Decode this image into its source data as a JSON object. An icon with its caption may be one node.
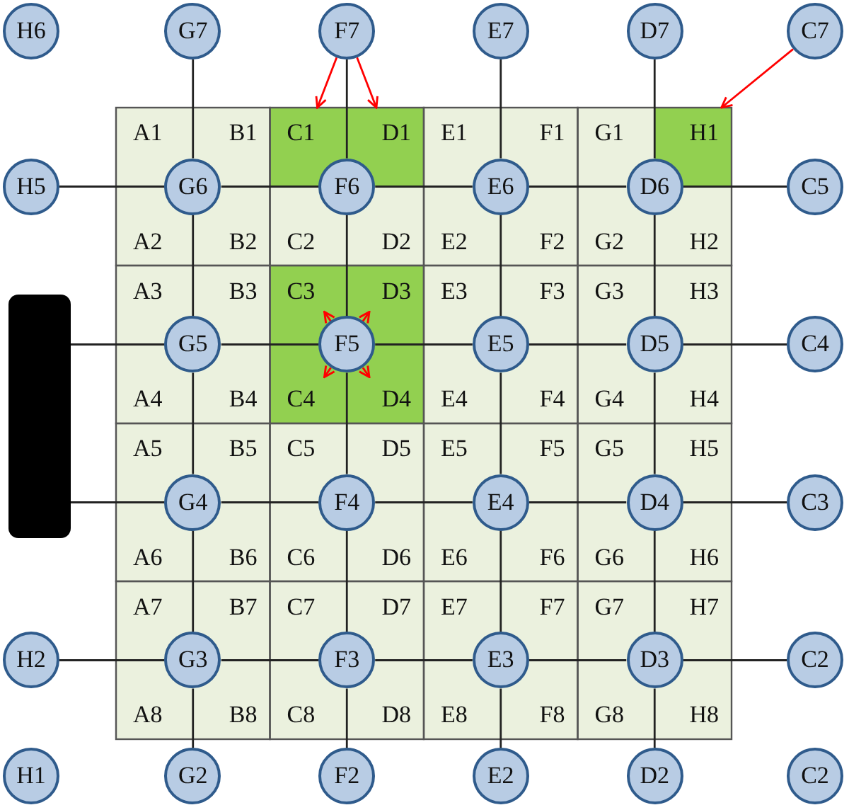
{
  "diagram": {
    "nodes": [
      {
        "text": [
          "H6"
        ]
      },
      {
        "text": [
          "G7"
        ]
      },
      {
        "text": [
          "F7"
        ]
      },
      {
        "text": [
          "E7"
        ]
      },
      {
        "text": [
          "D7"
        ]
      },
      {
        "text": [
          "C7"
        ]
      },
      {
        "text": [
          "H5"
        ]
      },
      {
        "text": [
          "G6"
        ]
      },
      {
        "text": [
          "F6"
        ]
      },
      {
        "text": [
          "E6"
        ]
      },
      {
        "text": [
          "D6"
        ]
      },
      {
        "text": [
          "C5"
        ]
      },
      {
        "text": [
          "A1"
        ]
      },
      {
        "text": [
          "B1"
        ]
      },
      {
        "text": [
          "C1"
        ]
      },
      {
        "text": [
          "D1"
        ]
      },
      {
        "text": [
          "E1"
        ]
      },
      {
        "text": [
          "F1"
        ]
      },
      {
        "text": [
          "G1"
        ]
      },
      {
        "text": [
          "H1"
        ]
      },
      {
        "text": [
          "A2"
        ]
      },
      {
        "text": [
          "B2"
        ]
      },
      {
        "text": [
          "C2"
        ]
      },
      {
        "text": [
          "D2"
        ]
      },
      {
        "text": [
          "E2"
        ]
      },
      {
        "text": [
          "F2"
        ]
      },
      {
        "text": [
          "G2"
        ]
      },
      {
        "text": [
          "H2"
        ]
      },
      {
        "text": [],
        "shape": "bar"
      },
      {
        "text": [
          "G5"
        ]
      },
      {
        "text": [
          "F5"
        ]
      },
      {
        "text": [
          "E5"
        ]
      },
      {
        "text": [
          "D5"
        ]
      },
      {
        "text": [
          "C4"
        ]
      },
      {
        "text": [
          "A3"
        ]
      },
      {
        "text": [
          "B3"
        ]
      },
      {
        "text": [
          "C3"
        ]
      },
      {
        "text": [
          "D3"
        ]
      },
      {
        "text": [
          "E3"
        ]
      },
      {
        "text": [
          "F3"
        ]
      },
      {
        "text": [
          "G3"
        ]
      },
      {
        "text": [
          "H3"
        ]
      },
      {
        "text": [
          "A4"
        ]
      },
      {
        "text": [
          "B4"
        ]
      },
      {
        "text": [
          "C4"
        ]
      },
      {
        "text": [
          "D4"
        ]
      },
      {
        "text": [
          "E4"
        ]
      },
      {
        "text": [
          "F4"
        ]
      },
      {
        "text": [
          "G4"
        ]
      },
      {
        "text": [
          "H4"
        ]
      },
      {
        "text": [
          "G4"
        ]
      },
      {
        "text": [
          "F4"
        ]
      },
      {
        "text": [
          "E4"
        ]
      },
      {
        "text": [
          "D4"
        ]
      },
      {
        "text": [
          "C3"
        ]
      },
      {
        "text": [
          "A5"
        ]
      },
      {
        "text": [
          "B5"
        ]
      },
      {
        "text": [
          "C5"
        ]
      },
      {
        "text": [
          "D5"
        ]
      },
      {
        "text": [
          "E5"
        ]
      },
      {
        "text": [
          "F5"
        ]
      },
      {
        "text": [
          "G5"
        ]
      },
      {
        "text": [
          "H5"
        ]
      },
      {
        "text": [
          "A6"
        ]
      },
      {
        "text": [
          "B6"
        ]
      },
      {
        "text": [
          "C6"
        ]
      },
      {
        "text": [
          "D6"
        ]
      },
      {
        "text": [
          "E6"
        ]
      },
      {
        "text": [
          "F6"
        ]
      },
      {
        "text": [
          "G6"
        ]
      },
      {
        "text": [
          "H6"
        ]
      },
      {
        "text": [
          "H2"
        ]
      },
      {
        "text": [
          "G3"
        ]
      },
      {
        "text": [
          "F3"
        ]
      },
      {
        "text": [
          "E3"
        ]
      },
      {
        "text": [
          "D3"
        ]
      },
      {
        "text": [
          "C2"
        ]
      },
      {
        "text": [
          "A7"
        ]
      },
      {
        "text": [
          "B7"
        ]
      },
      {
        "text": [
          "C7"
        ]
      },
      {
        "text": [
          "D7"
        ]
      },
      {
        "text": [
          "E7"
        ]
      },
      {
        "text": [
          "F7"
        ]
      },
      {
        "text": [
          "G7"
        ]
      },
      {
        "text": [
          "H7"
        ]
      },
      {
        "text": [
          "A8"
        ]
      },
      {
        "text": [
          "B8"
        ]
      },
      {
        "text": [
          "C8"
        ]
      },
      {
        "text": [
          "D8"
        ]
      },
      {
        "text": [
          "E8"
        ]
      },
      {
        "text": [
          "F8"
        ]
      },
      {
        "text": [
          "G8"
        ]
      },
      {
        "text": [
          "H8"
        ]
      },
      {
        "text": [
          "H1"
        ]
      },
      {
        "text": [
          "G2"
        ]
      },
      {
        "text": [
          "F2"
        ]
      },
      {
        "text": [
          "E2"
        ]
      },
      {
        "text": [
          "D2"
        ]
      },
      {
        "text": [
          "C2"
        ]
      }
    ],
    "edges": [
      {
        "from": 1,
        "to": 7,
        "arrow": "none"
      },
      {
        "from": 7,
        "to": 29,
        "arrow": "none"
      },
      {
        "from": 29,
        "to": 50,
        "arrow": "none"
      },
      {
        "from": 50,
        "to": 72,
        "arrow": "none"
      },
      {
        "from": 72,
        "to": 94,
        "arrow": "none"
      },
      {
        "from": 2,
        "to": 8,
        "arrow": "none"
      },
      {
        "from": 8,
        "to": 30,
        "arrow": "none"
      },
      {
        "from": 30,
        "to": 51,
        "arrow": "none"
      },
      {
        "from": 51,
        "to": 73,
        "arrow": "none"
      },
      {
        "from": 73,
        "to": 95,
        "arrow": "none"
      },
      {
        "from": 3,
        "to": 9,
        "arrow": "none"
      },
      {
        "from": 9,
        "to": 31,
        "arrow": "none"
      },
      {
        "from": 31,
        "to": 52,
        "arrow": "none"
      },
      {
        "from": 52,
        "to": 74,
        "arrow": "none"
      },
      {
        "from": 74,
        "to": 96,
        "arrow": "none"
      },
      {
        "from": 4,
        "to": 10,
        "arrow": "none"
      },
      {
        "from": 10,
        "to": 32,
        "arrow": "none"
      },
      {
        "from": 32,
        "to": 53,
        "arrow": "none"
      },
      {
        "from": 53,
        "to": 75,
        "arrow": "none"
      },
      {
        "from": 75,
        "to": 97,
        "arrow": "none"
      },
      {
        "from": 6,
        "to": 7,
        "arrow": "none"
      },
      {
        "from": 7,
        "to": 8,
        "arrow": "none"
      },
      {
        "from": 8,
        "to": 9,
        "arrow": "none"
      },
      {
        "from": 9,
        "to": 10,
        "arrow": "none"
      },
      {
        "from": 10,
        "to": 11,
        "arrow": "none"
      },
      {
        "from": 28,
        "to": 29,
        "arrow": "none"
      },
      {
        "from": 29,
        "to": 30,
        "arrow": "none"
      },
      {
        "from": 30,
        "to": 31,
        "arrow": "none"
      },
      {
        "from": 31,
        "to": 32,
        "arrow": "none"
      },
      {
        "from": 32,
        "to": 33,
        "arrow": "none"
      },
      {
        "from": 28,
        "to": 50,
        "arrow": "none"
      },
      {
        "from": 50,
        "to": 51,
        "arrow": "none"
      },
      {
        "from": 51,
        "to": 52,
        "arrow": "none"
      },
      {
        "from": 52,
        "to": 53,
        "arrow": "none"
      },
      {
        "from": 53,
        "to": 54,
        "arrow": "none"
      },
      {
        "from": 71,
        "to": 72,
        "arrow": "none"
      },
      {
        "from": 72,
        "to": 73,
        "arrow": "none"
      },
      {
        "from": 73,
        "to": 74,
        "arrow": "none"
      },
      {
        "from": 74,
        "to": 75,
        "arrow": "none"
      },
      {
        "from": 75,
        "to": 76,
        "arrow": "none"
      },
      {
        "from": 2,
        "to": 14,
        "arrow": "to",
        "color": "#ff0000"
      },
      {
        "from": 2,
        "to": 15,
        "arrow": "to",
        "color": "#ff0000"
      },
      {
        "from": 5,
        "to": 19,
        "arrow": "to",
        "color": "#ff0000"
      },
      {
        "from": 30,
        "to": 36,
        "arrow": "to",
        "color": "#ff0000"
      },
      {
        "from": 30,
        "to": 37,
        "arrow": "to",
        "color": "#ff0000"
      },
      {
        "from": 30,
        "to": 44,
        "arrow": "to",
        "color": "#ff0000"
      },
      {
        "from": 30,
        "to": 45,
        "arrow": "to",
        "color": "#ff0000"
      }
    ]
  }
}
